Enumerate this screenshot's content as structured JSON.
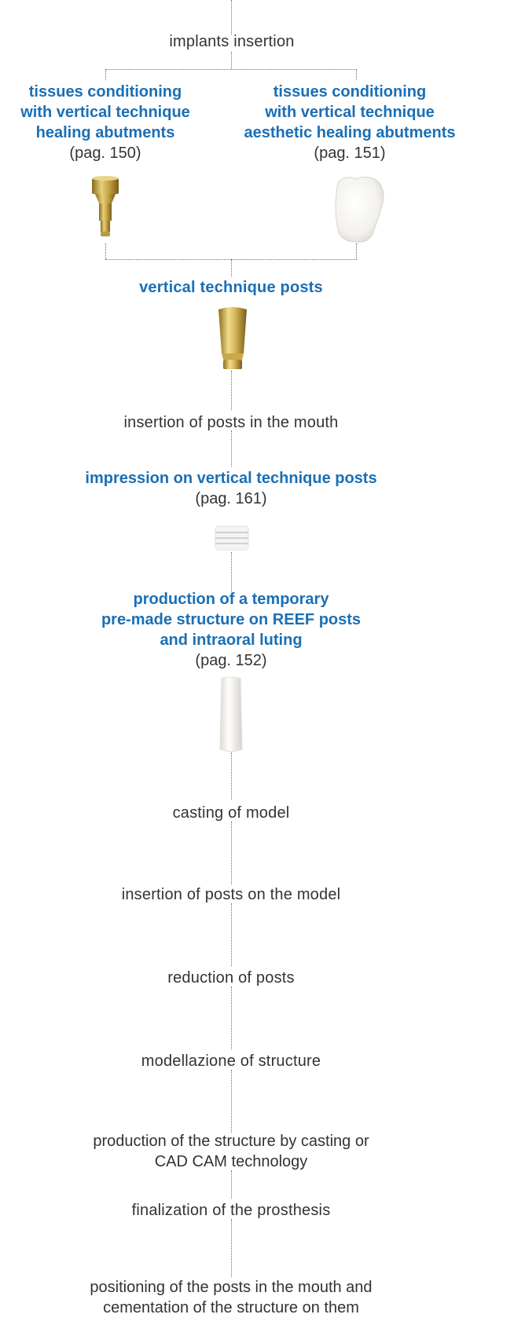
{
  "steps": {
    "implants_insertion": "implants insertion",
    "left_branch": {
      "line1": "tissues conditioning",
      "line2": "with vertical technique",
      "line3": "healing abutments",
      "page": "(pag. 150)"
    },
    "right_branch": {
      "line1": "tissues conditioning",
      "line2": "with vertical technique",
      "line3": "aesthetic healing abutments",
      "page": "(pag. 151)"
    },
    "vertical_posts": "vertical technique posts",
    "insertion_mouth": "insertion of posts in the mouth",
    "impression": {
      "title": "impression on vertical technique posts",
      "page": "(pag. 161)"
    },
    "production_temp": {
      "line1": "production of a temporary",
      "line2": "pre-made structure on REEF posts",
      "line3": "and intraoral luting",
      "page": "(pag. 152)"
    },
    "casting": "casting of model",
    "insertion_model": "insertion of posts on the model",
    "reduction": "reduction of posts",
    "modellazione": "modellazione of structure",
    "production_structure": {
      "line1": "production of the structure by casting or",
      "line2": "CAD CAM technology"
    },
    "finalization": "finalization of the prosthesis",
    "positioning": {
      "line1": "positioning of the posts in the mouth and",
      "line2": "cementation of the structure on them"
    }
  },
  "colors": {
    "accent": "#1a6fb5",
    "text": "#333333",
    "connector": "#6f6f6f"
  }
}
